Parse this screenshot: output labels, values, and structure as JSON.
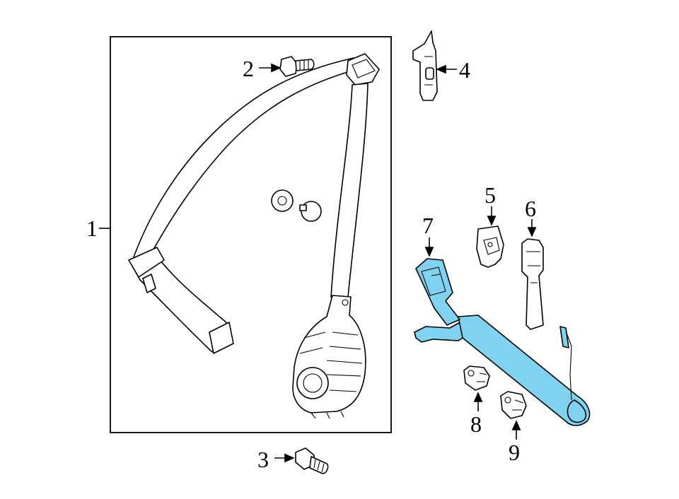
{
  "callouts": {
    "c1": "1",
    "c2": "2",
    "c3": "3",
    "c4": "4",
    "c5": "5",
    "c6": "6",
    "c7": "7",
    "c8": "8",
    "c9": "9"
  },
  "colors": {
    "highlight": "#7fd3f0",
    "line": "#000000",
    "background": "#ffffff"
  }
}
